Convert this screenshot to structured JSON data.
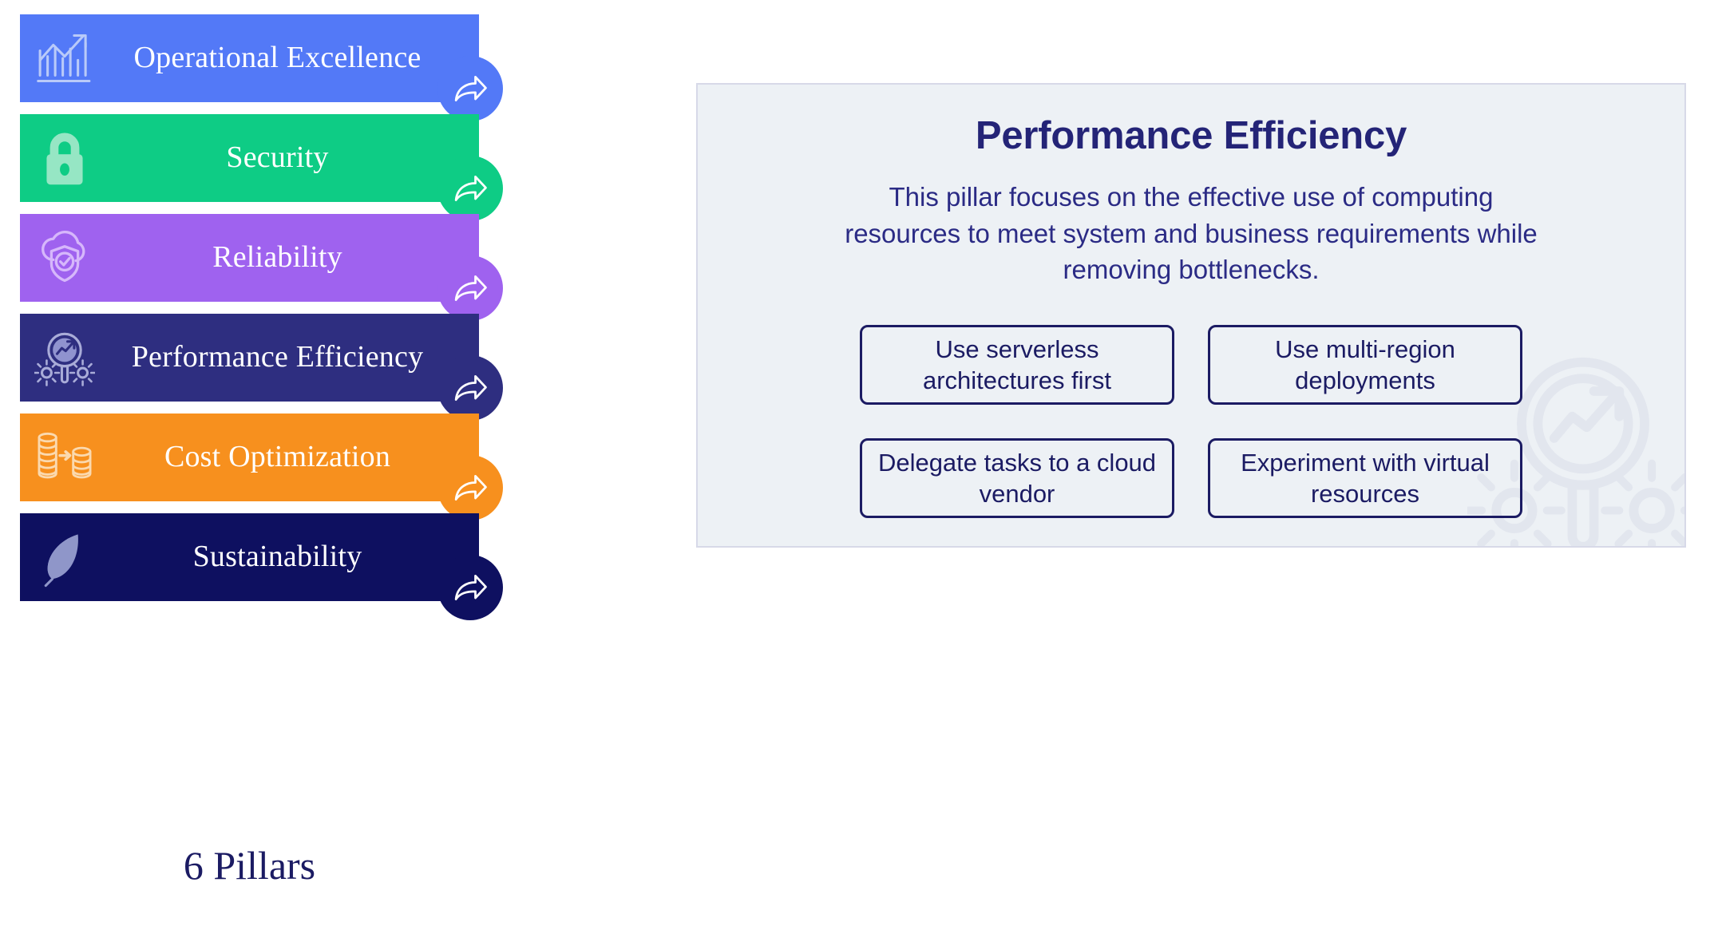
{
  "pillars": {
    "caption": "6 Pillars",
    "items": [
      {
        "label": "Operational Excellence",
        "color": "#5379f7",
        "icon": "bar-chart-growth-icon",
        "arrow_icon": "share-arrow-icon"
      },
      {
        "label": "Security",
        "color": "#0ecc85",
        "icon": "padlock-icon",
        "arrow_icon": "share-arrow-icon"
      },
      {
        "label": "Reliability",
        "color": "#9f62ef",
        "icon": "cloud-shield-check-icon",
        "arrow_icon": "share-arrow-icon"
      },
      {
        "label": "Performance Efficiency",
        "color": "#2e2e80",
        "icon": "magnifier-gears-icon",
        "arrow_icon": "share-arrow-icon"
      },
      {
        "label": "Cost Optimization",
        "color": "#f7901e",
        "icon": "coin-stacks-transfer-icon",
        "arrow_icon": "share-arrow-icon"
      },
      {
        "label": "Sustainability",
        "color": "#0e1060",
        "icon": "leaf-feather-icon",
        "arrow_icon": "share-arrow-icon"
      }
    ]
  },
  "detail": {
    "title": "Performance Efficiency",
    "description": "This pillar focuses on the effective use of computing resources to meet system and business requirements while removing bottlenecks.",
    "watermark_icon": "magnifier-gears-icon",
    "recommendations": [
      "Use serverless architectures first",
      "Use multi-region deployments",
      "Delegate tasks to a cloud vendor",
      "Experiment with virtual resources"
    ]
  },
  "colors": {
    "panel_background": "#edf1f5",
    "panel_border": "#d7d9e8",
    "title_navy": "#242477",
    "body_navy": "#2b2b85",
    "card_navy": "#1b1b63"
  }
}
